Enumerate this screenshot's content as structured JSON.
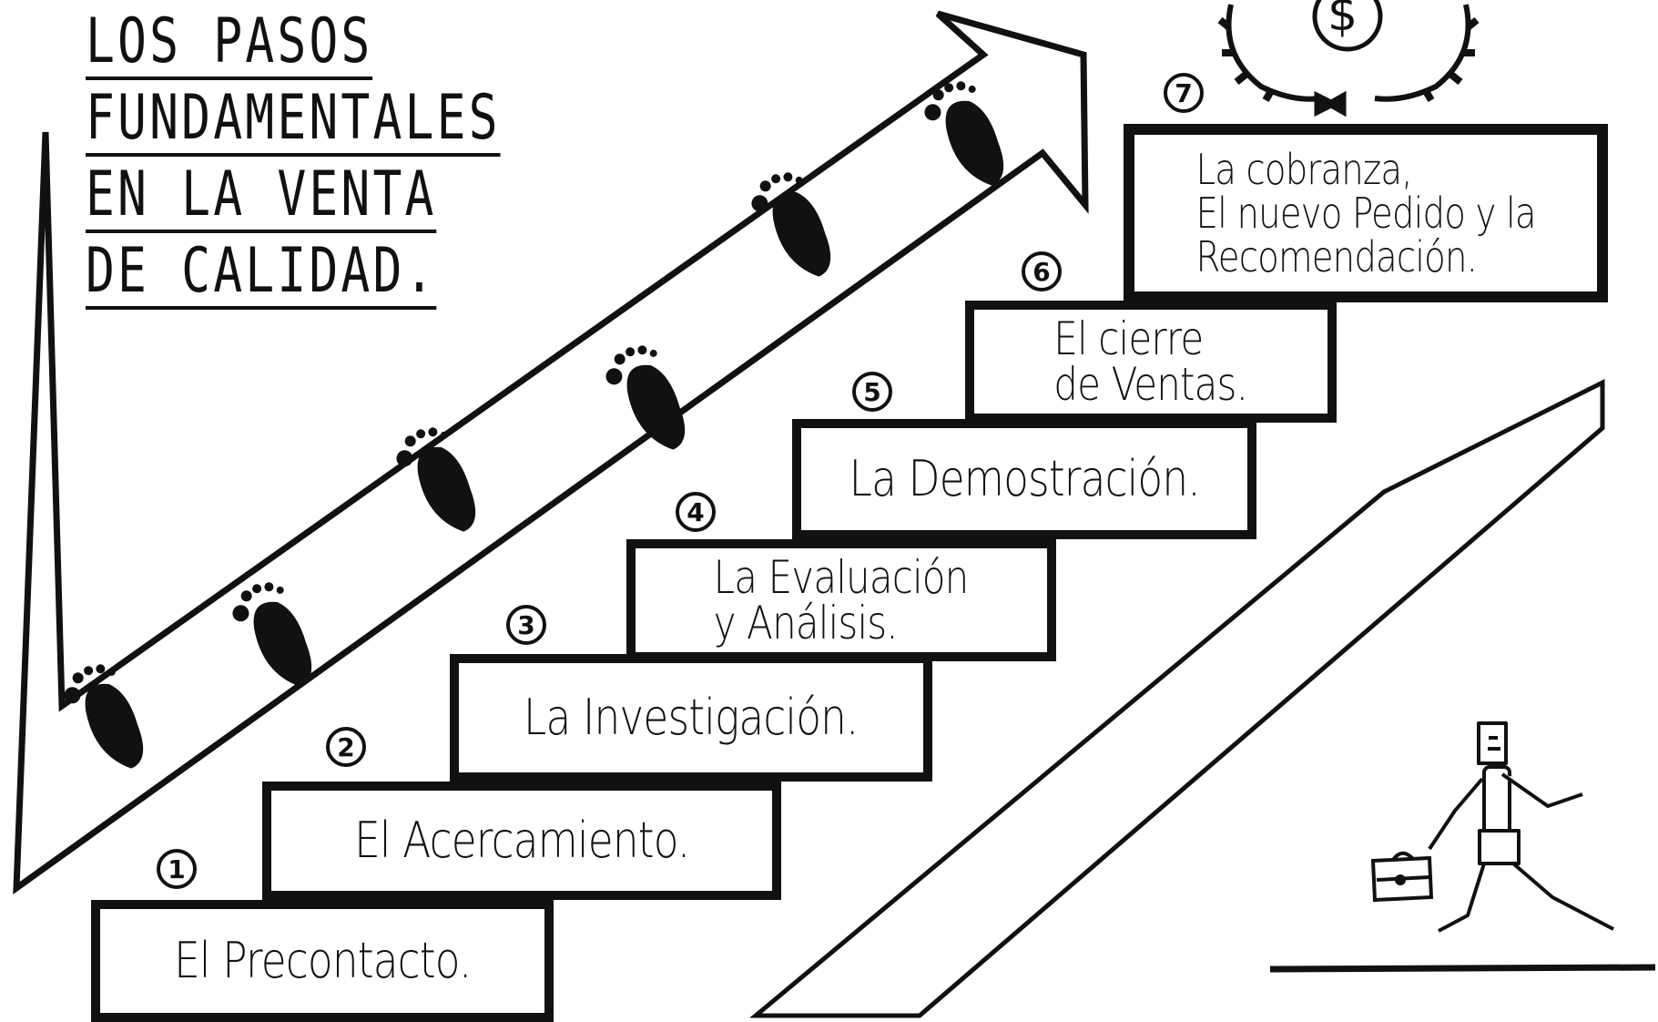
{
  "title": {
    "lines": [
      "LOS PASOS",
      "FUNDAMENTALES",
      "EN LA VENTA",
      "DE CALIDAD."
    ]
  },
  "steps": [
    {
      "number": "1",
      "text": "El Precontacto."
    },
    {
      "number": "2",
      "text": "El Acercamiento."
    },
    {
      "number": "3",
      "text": "La Investigación."
    },
    {
      "number": "4",
      "text": "La Evaluación\ny Análisis."
    },
    {
      "number": "5",
      "text": "La Demostración."
    },
    {
      "number": "6",
      "text": "El cierre\n   de Ventas."
    },
    {
      "number": "7",
      "text": "La cobranza,\nEl nuevo Pedido y la\nRecomendación."
    }
  ],
  "badge": {
    "symbol": "$"
  },
  "icons": [
    "footprint-icon",
    "dollar-laurel-icon",
    "salesman-figure-icon",
    "briefcase-icon"
  ],
  "colors": {
    "ink": "#111111",
    "paper": "#ffffff"
  }
}
